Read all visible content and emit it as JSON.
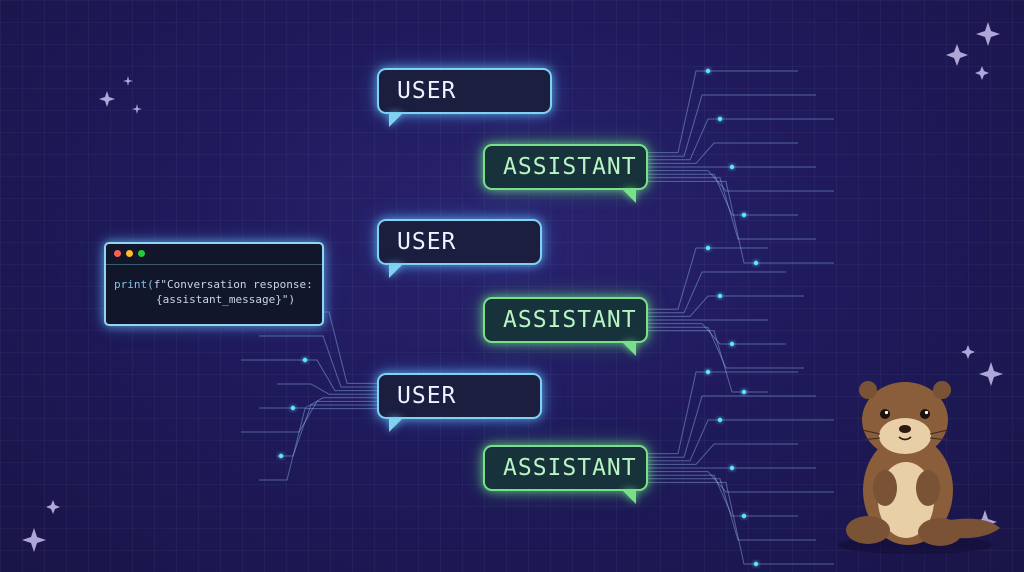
{
  "diagram": {
    "bubbles": [
      {
        "role": "user",
        "label": "USER"
      },
      {
        "role": "assistant",
        "label": "ASSISTANT"
      },
      {
        "role": "user",
        "label": "USER"
      },
      {
        "role": "assistant",
        "label": "ASSISTANT"
      },
      {
        "role": "user",
        "label": "USER"
      },
      {
        "role": "assistant",
        "label": "ASSISTANT"
      }
    ]
  },
  "code_window": {
    "line1_fn": "print(",
    "line1_str": "f\"Conversation response:",
    "line2": "{assistant_message}\")"
  },
  "colors": {
    "background": "#1f1a5c",
    "user_border": "#7fd2f0",
    "assistant_border": "#78e08a",
    "timeline": "#3fe0e8",
    "window_dots": [
      "#ff5f57",
      "#febc2e",
      "#28c840"
    ]
  },
  "icons": [
    "sparkle-icon",
    "otter-mascot-icon"
  ]
}
